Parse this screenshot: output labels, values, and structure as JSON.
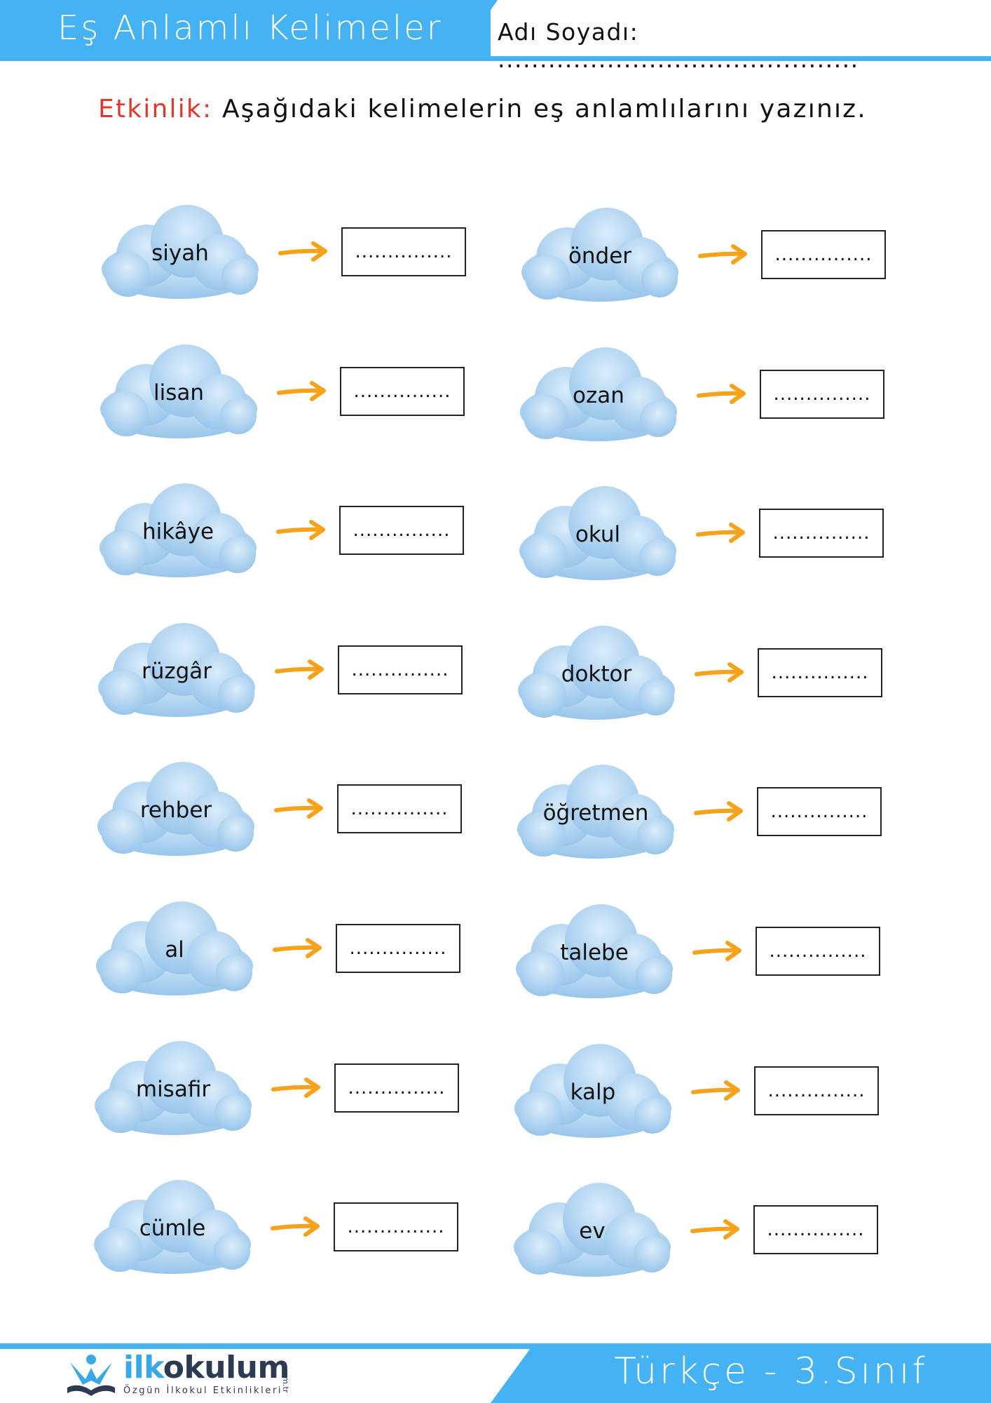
{
  "header": {
    "title": "Eş Anlamlı Kelimeler",
    "name_field": "Adı Soyadı: ..........................................."
  },
  "instruction": {
    "label": "Etkinlik:",
    "text": " Aşağıdaki kelimelerin eş anlamlılarını yazınız."
  },
  "answer_placeholder": "...............",
  "left_words": [
    "siyah",
    "lisan",
    "hikâye",
    "rüzgâr",
    "rehber",
    "al",
    "misafir",
    "cümle"
  ],
  "right_words": [
    "önder",
    "ozan",
    "okul",
    "doktor",
    "öğretmen",
    "talebe",
    "kalp",
    "ev"
  ],
  "footer": {
    "logo_main_a": "ilk",
    "logo_main_b": "okulum",
    "logo_tagline": "Özgün İlkokul Etkinlikleri",
    "logo_domain": ".com.tr",
    "subject": "Türkçe - 3.Sınıf"
  },
  "colors": {
    "accent_blue": "#45b3f3",
    "label_red": "#e2372a",
    "arrow_orange": "#f7a21b",
    "cloud_blue": "#a9cdef"
  }
}
